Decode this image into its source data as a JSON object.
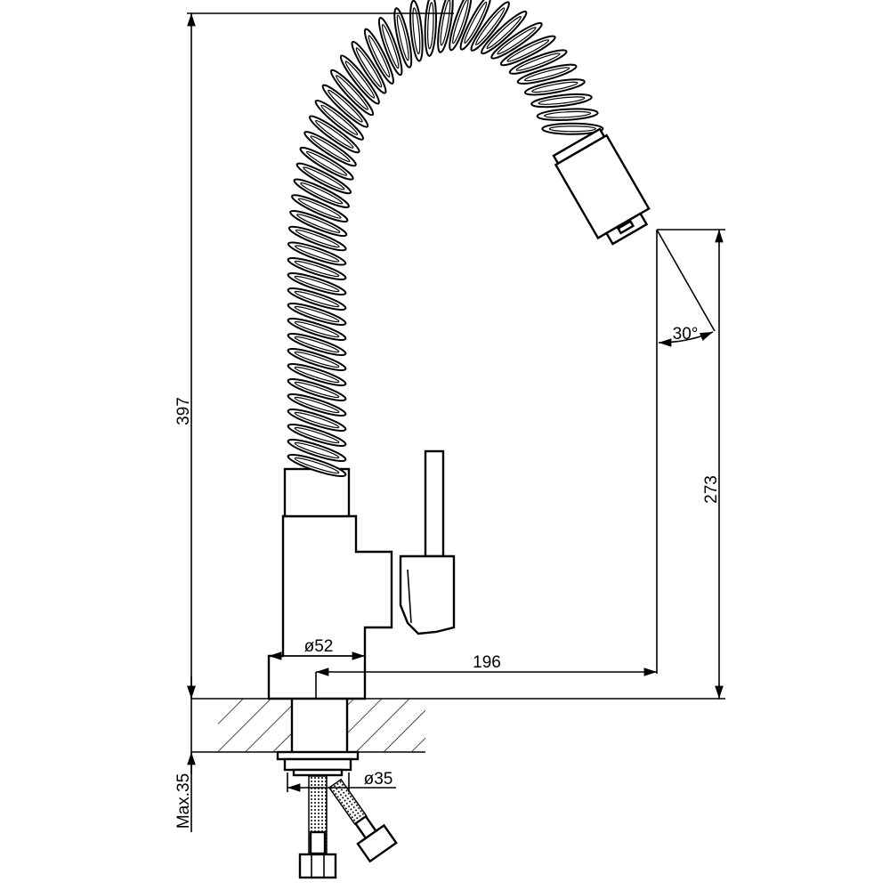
{
  "drawing": {
    "title": "Pull-out spring kitchen faucet dimensions",
    "dimensions": {
      "total_height": "397",
      "spout_height": "273",
      "spout_reach": "196",
      "base_diameter": "ø52",
      "shank_diameter": "ø35",
      "max_counter_thickness": "Max.35",
      "spray_angle": "30°"
    }
  }
}
